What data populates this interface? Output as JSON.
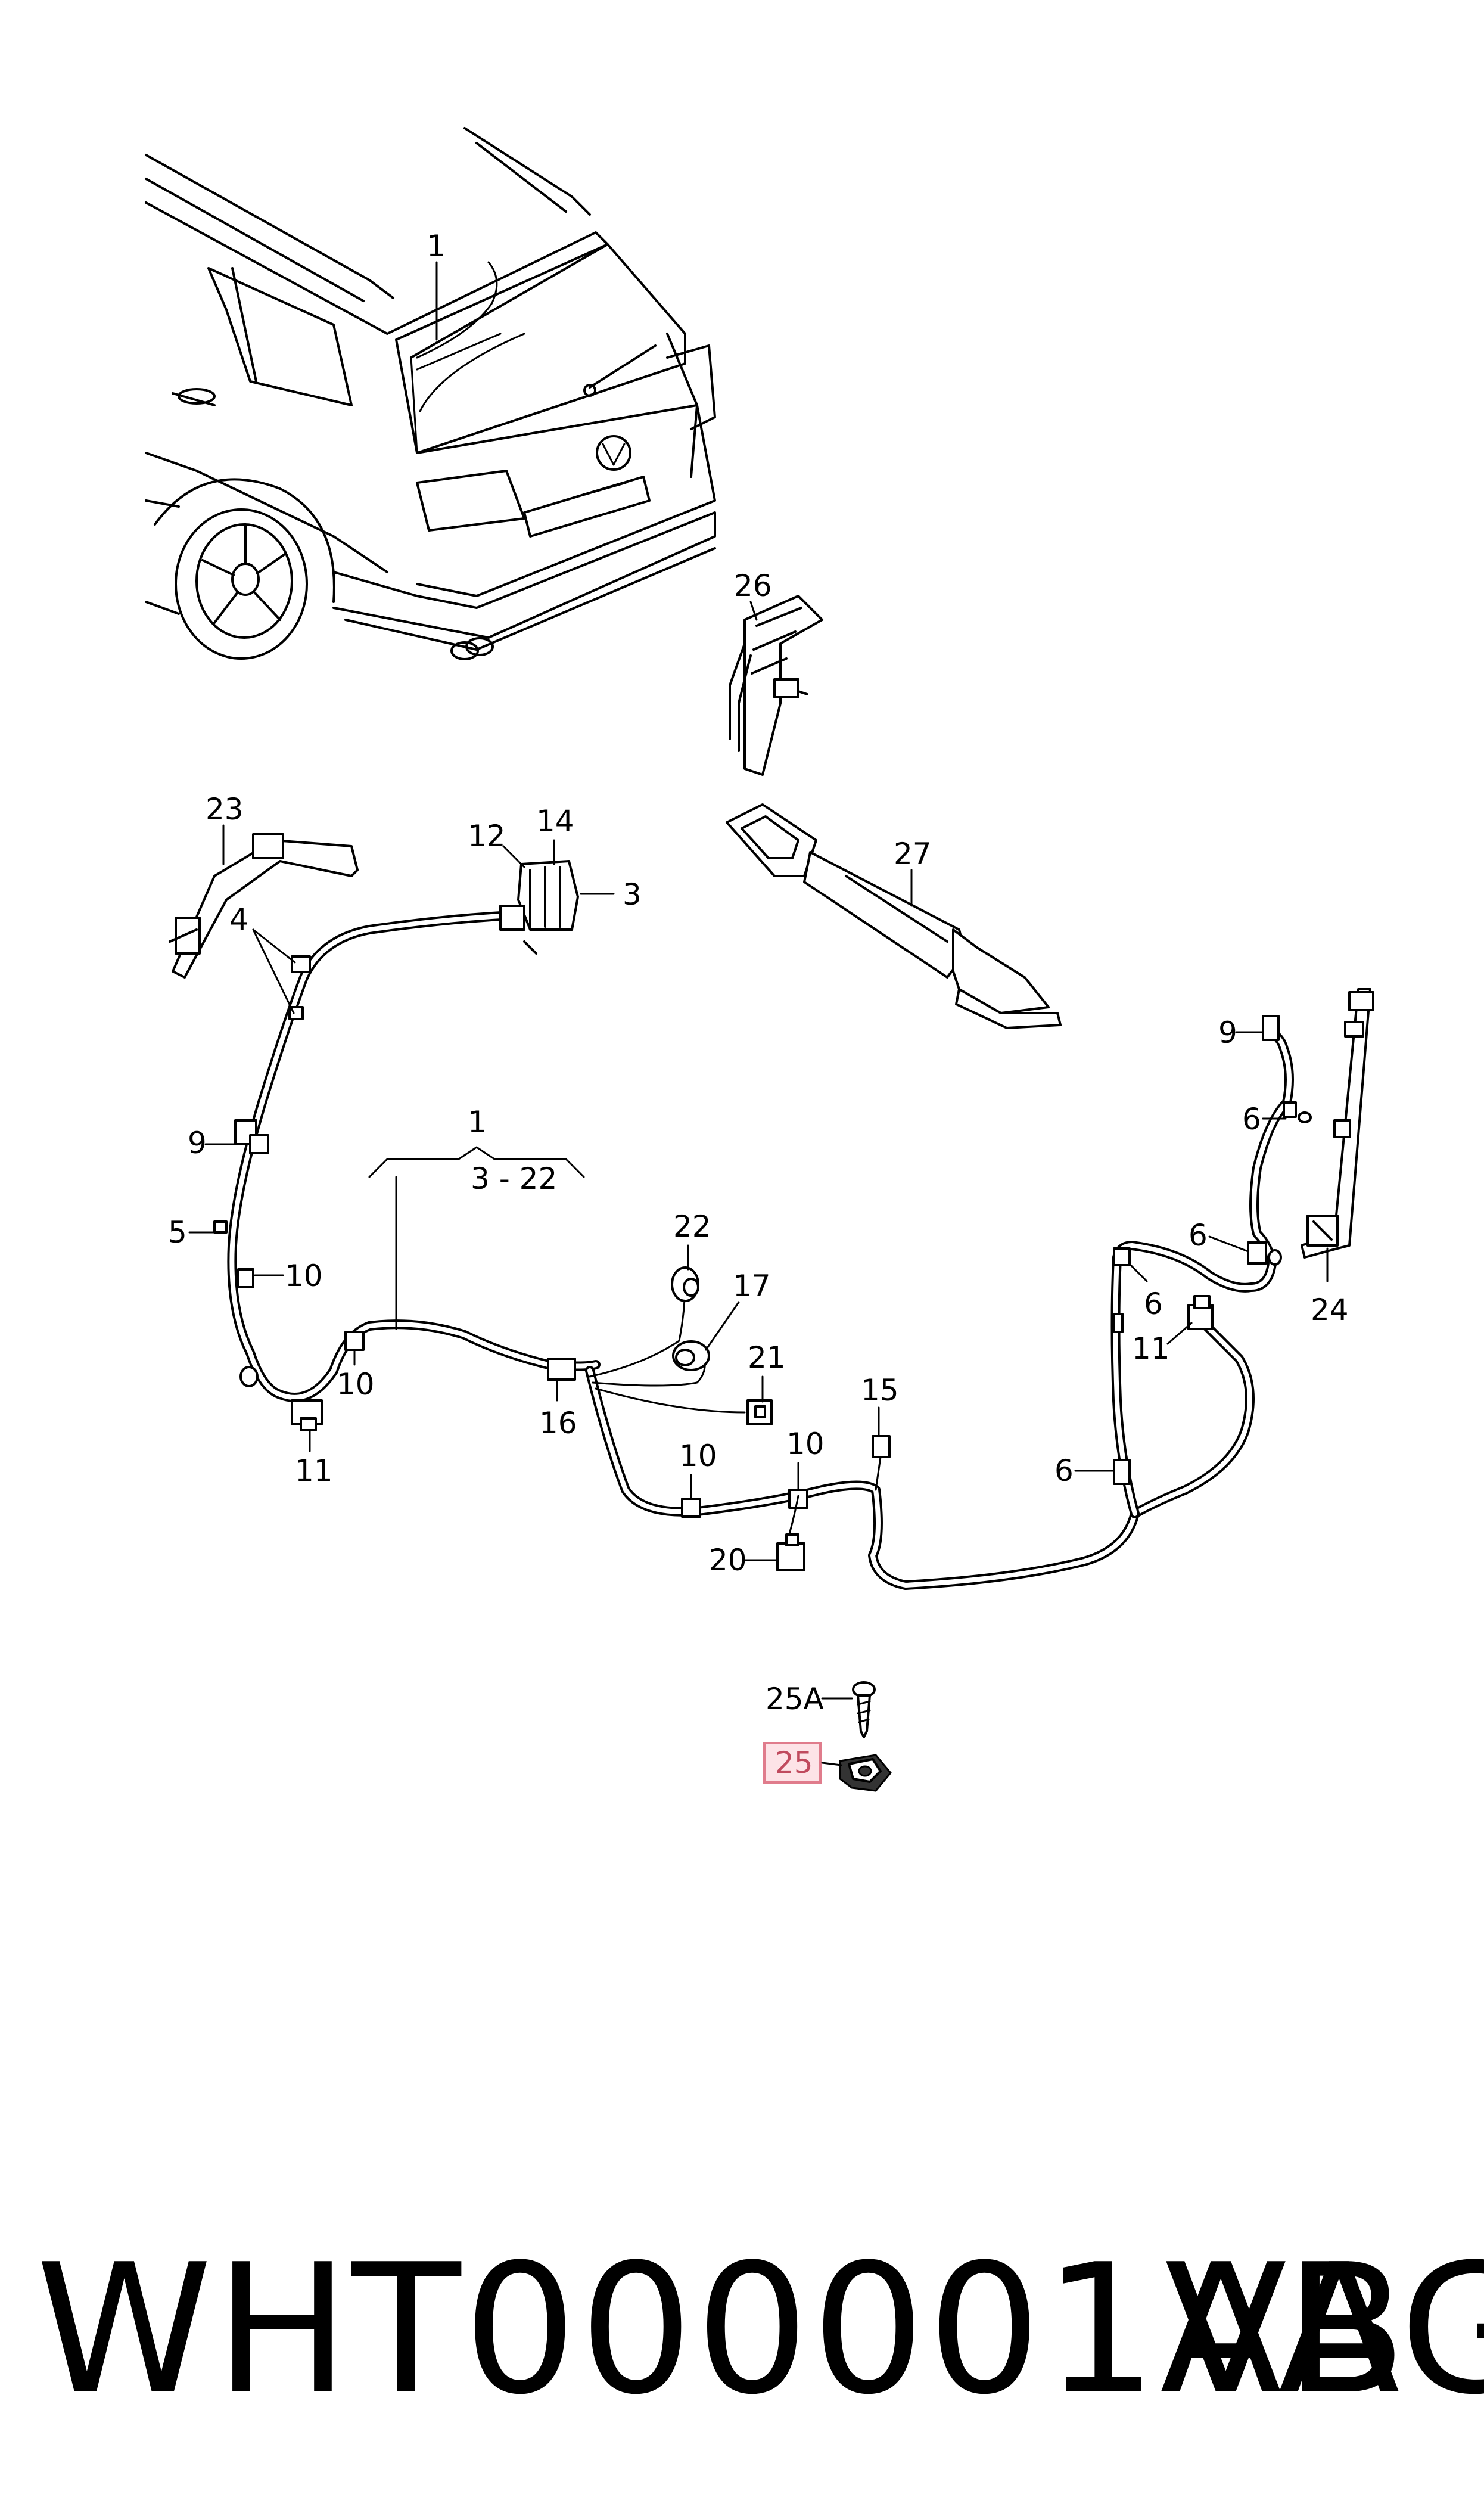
{
  "diagram": {
    "callouts": {
      "c1_top": "1",
      "c26": "26",
      "c23": "23",
      "c12": "12",
      "c14": "14",
      "c3": "3",
      "c27": "27",
      "c4": "4",
      "c9_left": "9",
      "c1_group": "1",
      "c3_22": "3 - 22",
      "c5": "5",
      "c10_a": "10",
      "c22": "22",
      "c17": "17",
      "c21": "21",
      "c10_b": "10",
      "c16": "16",
      "c15": "15",
      "c10_c": "10",
      "c10_d": "10",
      "c11_left": "11",
      "c20": "20",
      "c9_right": "9",
      "c6_a": "6",
      "c6_b": "6",
      "c6_c": "6",
      "c11_right": "11",
      "c24": "24",
      "c6_d": "6",
      "c25A": "25A",
      "c25": "25"
    },
    "highlight_color": "#fde3e7"
  },
  "footer": {
    "part_number": "WHT000001AB",
    "brand": "VAG"
  }
}
